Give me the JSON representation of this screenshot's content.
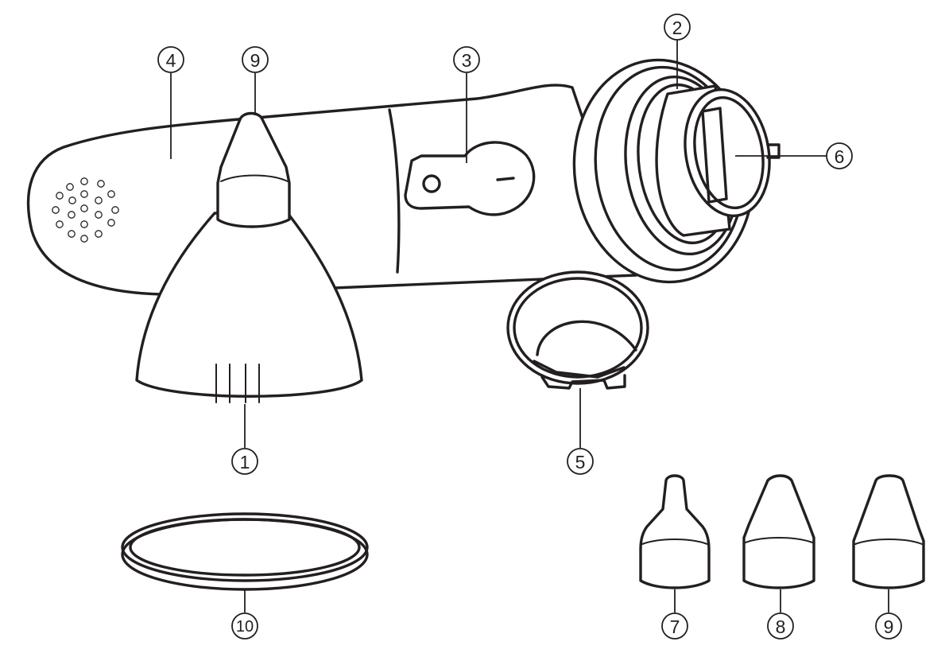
{
  "diagram": {
    "callouts": [
      {
        "id": "c4",
        "label": "4"
      },
      {
        "id": "c9a",
        "label": "9"
      },
      {
        "id": "c3",
        "label": "3"
      },
      {
        "id": "c2",
        "label": "2"
      },
      {
        "id": "c6",
        "label": "6"
      },
      {
        "id": "c1",
        "label": "1"
      },
      {
        "id": "c5",
        "label": "5"
      },
      {
        "id": "c10",
        "label": "10"
      },
      {
        "id": "c7",
        "label": "7"
      },
      {
        "id": "c8",
        "label": "8"
      },
      {
        "id": "c9b",
        "label": "9"
      }
    ],
    "colors": {
      "line": "#231f20",
      "background": "#ffffff"
    }
  }
}
